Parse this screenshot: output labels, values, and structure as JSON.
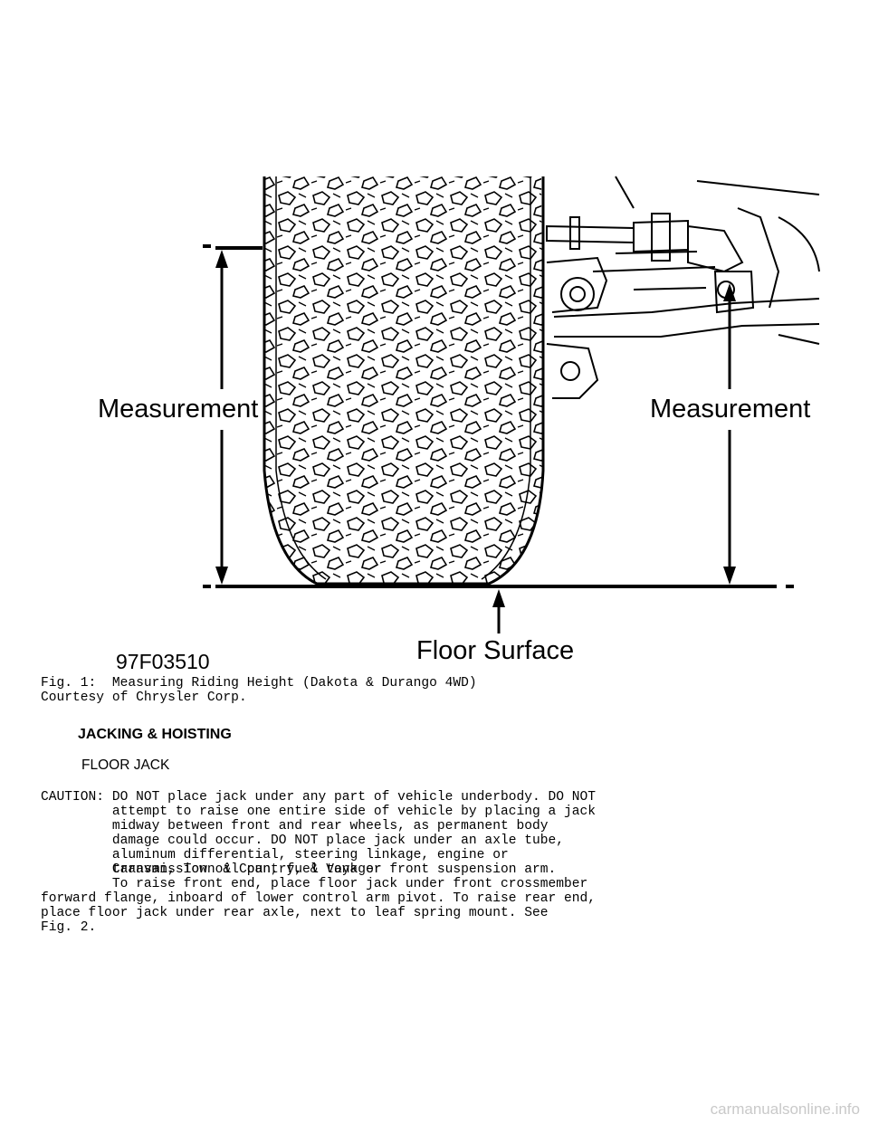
{
  "figure": {
    "label_left": "Measurement",
    "label_right": "Measurement",
    "label_floor": "Floor Surface",
    "figure_id": "97F03510",
    "caption": "Fig. 1:  Measuring Riding Height (Dakota & Durango 4WD)",
    "courtesy": "Courtesy of Chrysler Corp."
  },
  "section": {
    "heading": "JACKING & HOISTING",
    "subheading": "FLOOR JACK",
    "caution": "CAUTION: DO NOT place jack under any part of vehicle underbody. DO NOT\n         attempt to raise one entire side of vehicle by placing a jack\n         midway between front and rear wheels, as permanent body\n         damage could occur. DO NOT place jack under an axle tube,\n         aluminum differential, steering linkage, engine or\n         transmission oil pan, fuel tank or front suspension arm.",
    "body": "         Caravan, Town & Country, & Voyager\n         To raise front end, place floor jack under front crossmember\nforward flange, inboard of lower control arm pivot. To raise rear end,\nplace floor jack under rear axle, next to leaf spring mount. See\nFig. 2."
  },
  "watermark": "carmanualsonline.info"
}
